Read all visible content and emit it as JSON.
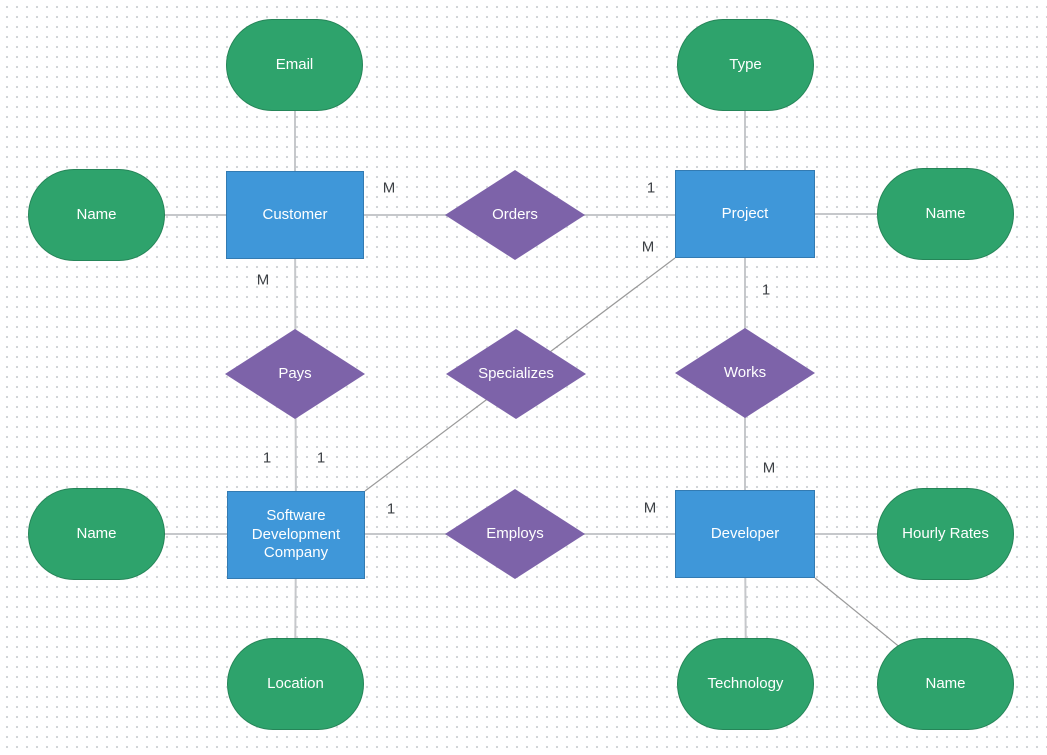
{
  "colors": {
    "entity": "#3f97d9",
    "attribute": "#2ea36c",
    "relationship": "#7d63a9",
    "line": "#c6c8cb",
    "diag": "#9a9a9a",
    "dot": "#d0d3d6",
    "label": "#ffffff",
    "cardinality": "#3d4145"
  },
  "nodes": {
    "customer": {
      "label": "Customer"
    },
    "project": {
      "label": "Project"
    },
    "sdc": {
      "label": "Software Development Company"
    },
    "developer": {
      "label": "Developer"
    },
    "email": {
      "label": "Email"
    },
    "type": {
      "label": "Type"
    },
    "name_customer": {
      "label": "Name"
    },
    "name_project": {
      "label": "Name"
    },
    "name_sdc": {
      "label": "Name"
    },
    "hourly_rates": {
      "label": "Hourly Rates"
    },
    "location": {
      "label": "Location"
    },
    "technology": {
      "label": "Technology"
    },
    "name_developer": {
      "label": "Name"
    },
    "orders": {
      "label": "Orders"
    },
    "pays": {
      "label": "Pays"
    },
    "specializes": {
      "label": "Specializes"
    },
    "works": {
      "label": "Works"
    },
    "employs": {
      "label": "Employs"
    }
  },
  "cardinalities": {
    "customer_orders": "M",
    "orders_project": "1",
    "project_specializes": "M",
    "customer_pays": "M",
    "pays_sdc": "1",
    "specializes_sdc": "1",
    "project_works": "1",
    "works_developer": "M",
    "sdc_employs": "1",
    "employs_developer": "M"
  },
  "connections": [
    {
      "from": "Customer",
      "relationship": "Orders",
      "to": "Project",
      "from_cardinality": "M",
      "to_cardinality": "1"
    },
    {
      "from": "Customer",
      "relationship": "Pays",
      "to": "Software Development Company",
      "from_cardinality": "M",
      "to_cardinality": "1"
    },
    {
      "from": "Software Development Company",
      "relationship": "Specializes",
      "to": "Project",
      "from_cardinality": "1",
      "to_cardinality": "M"
    },
    {
      "from": "Project",
      "relationship": "Works",
      "to": "Developer",
      "from_cardinality": "1",
      "to_cardinality": "M"
    },
    {
      "from": "Software Development Company",
      "relationship": "Employs",
      "to": "Developer",
      "from_cardinality": "1",
      "to_cardinality": "M"
    }
  ],
  "attribute_ownership": [
    {
      "entity": "Customer",
      "attributes": [
        "Email",
        "Name"
      ]
    },
    {
      "entity": "Project",
      "attributes": [
        "Type",
        "Name"
      ]
    },
    {
      "entity": "Software Development Company",
      "attributes": [
        "Name",
        "Location"
      ]
    },
    {
      "entity": "Developer",
      "attributes": [
        "Hourly Rates",
        "Technology",
        "Name"
      ]
    }
  ]
}
